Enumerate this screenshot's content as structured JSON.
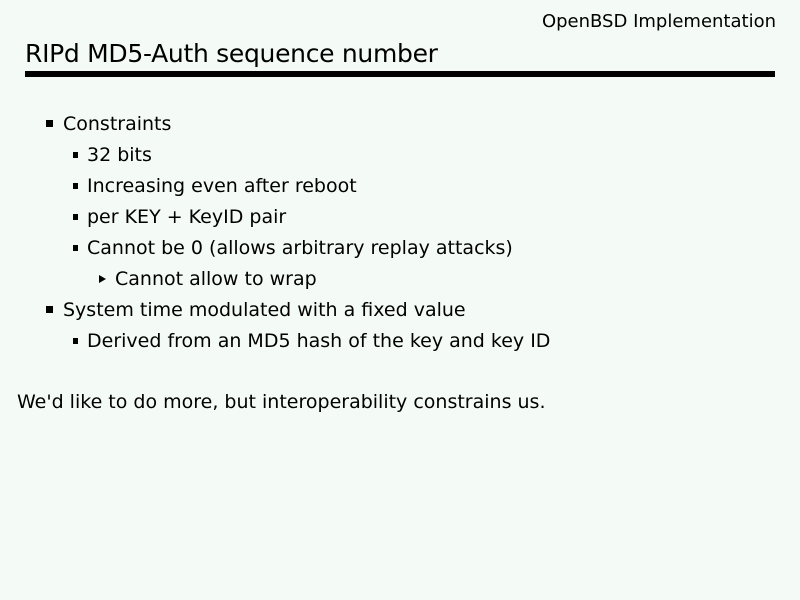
{
  "slide": {
    "header_right": "OpenBSD Implementation",
    "title": "RIPd MD5-Auth sequence number",
    "bullets": [
      {
        "level": 1,
        "icon": "square-bullet-icon",
        "text": "Constraints"
      },
      {
        "level": 2,
        "icon": "square-bullet-icon",
        "text": "32 bits"
      },
      {
        "level": 2,
        "icon": "square-bullet-icon",
        "text": "Increasing even after reboot"
      },
      {
        "level": 2,
        "icon": "square-bullet-icon",
        "text": "per KEY + KeyID pair"
      },
      {
        "level": 2,
        "icon": "square-bullet-icon",
        "text": "Cannot be 0 (allows arbitrary replay attacks)"
      },
      {
        "level": 3,
        "icon": "triangle-bullet-icon",
        "text": "Cannot allow to wrap"
      },
      {
        "level": 1,
        "icon": "square-bullet-icon",
        "text": "System time modulated with a fixed value"
      },
      {
        "level": 2,
        "icon": "square-bullet-icon",
        "text": "Derived from an MD5 hash of the key and key ID"
      }
    ],
    "footer": "We'd like to do more, but interoperability constrains us.",
    "colors": {
      "background": "#f4faf6",
      "text": "#000000",
      "rule": "#000000"
    }
  }
}
